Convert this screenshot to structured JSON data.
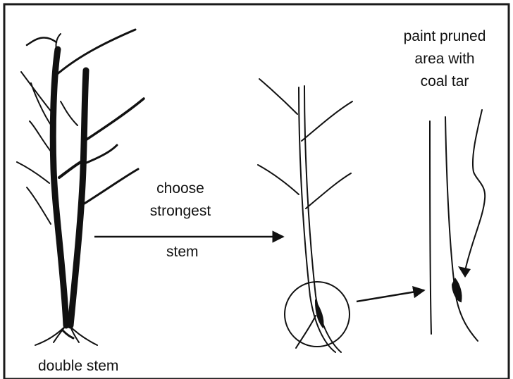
{
  "labels": {
    "double_stem": "double stem",
    "choose": "choose",
    "strongest": "strongest",
    "stem": "stem",
    "paint_line1": "paint pruned",
    "paint_line2": "area with",
    "paint_line3": "coal tar"
  },
  "colors": {
    "ink": "#111111",
    "background": "#ffffff",
    "frame": "#1a1a1a"
  }
}
